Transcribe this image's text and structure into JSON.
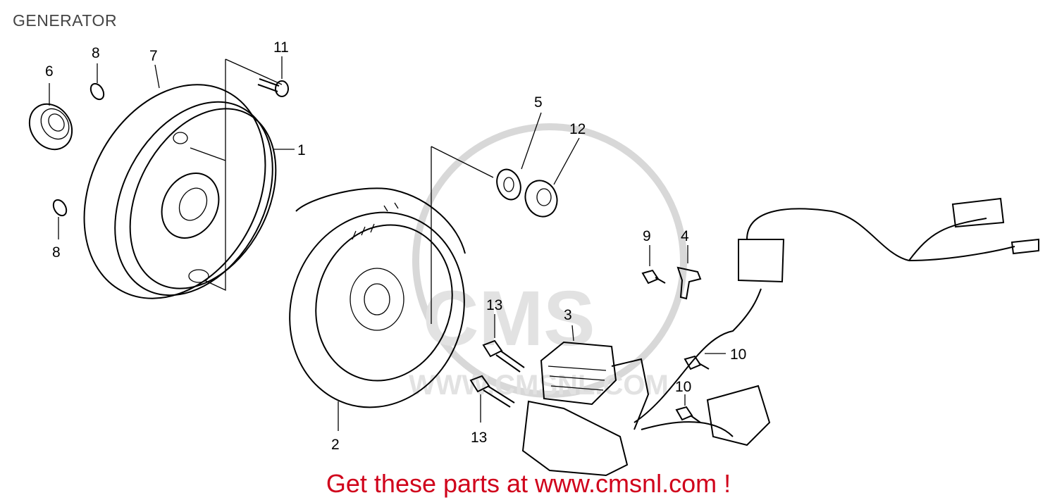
{
  "title": "GENERATOR",
  "callouts": {
    "c1": "1",
    "c2": "2",
    "c3": "3",
    "c4": "4",
    "c5": "5",
    "c6": "6",
    "c7": "7",
    "c8a": "8",
    "c8b": "8",
    "c9": "9",
    "c10a": "10",
    "c10b": "10",
    "c11": "11",
    "c12": "12",
    "c13a": "13",
    "c13b": "13"
  },
  "footer": "Get these parts at www.cmsnl.com !",
  "colors": {
    "footer": "#d0021b",
    "watermark": "#d8d8d8",
    "title": "#444444"
  }
}
